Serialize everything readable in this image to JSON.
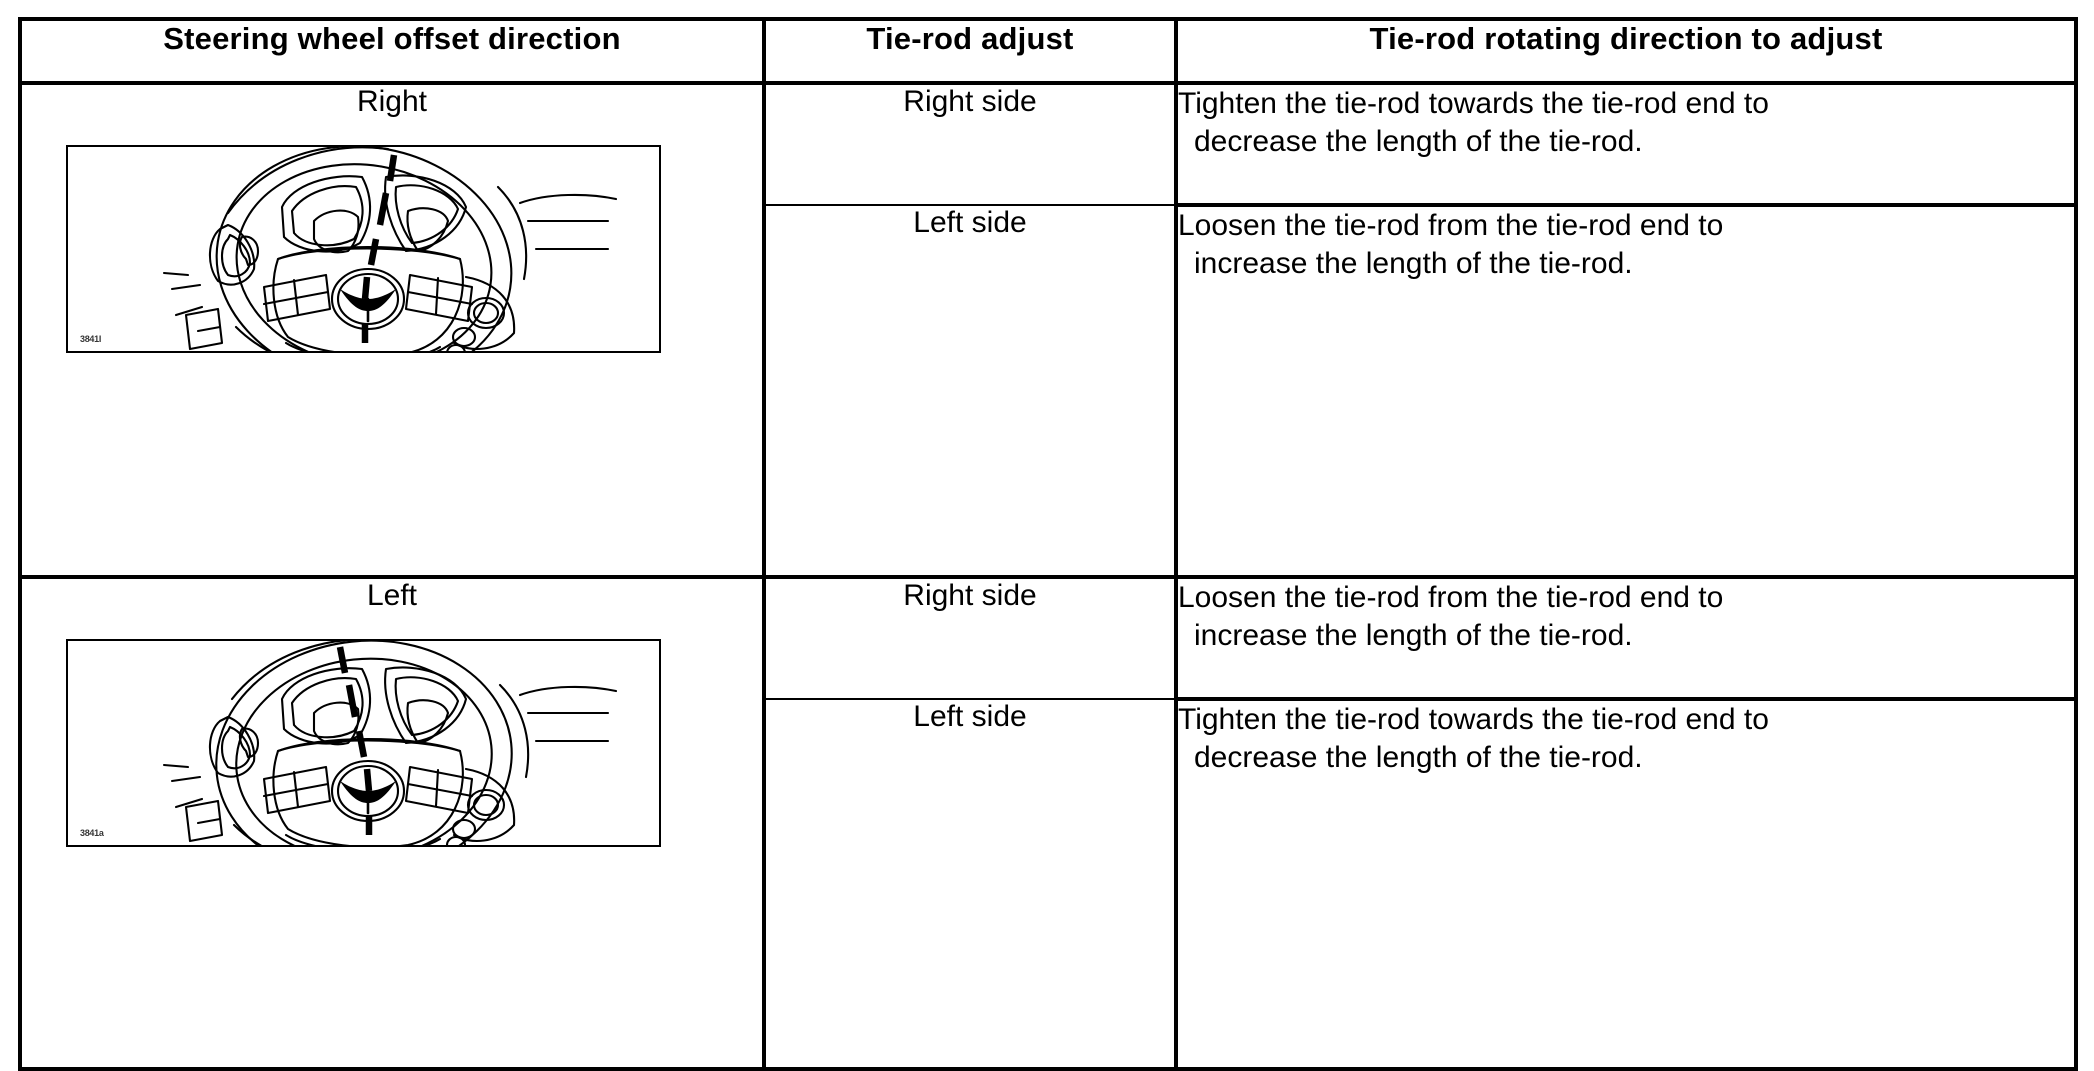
{
  "table": {
    "headers": [
      "Steering wheel offset direction",
      "Tie-rod adjust",
      "Tie-rod rotating direction to adjust"
    ],
    "rows": [
      {
        "direction": "Right",
        "figure": {
          "id_label": "3841I",
          "alt_name": "steering-wheel-offset-right"
        },
        "adjustments": [
          {
            "side": "Right side",
            "line1": "Tighten the tie-rod towards the tie-rod end to",
            "line2": "decrease the length of the tie-rod."
          },
          {
            "side": "Left side",
            "line1": "Loosen the tie-rod from the tie-rod end to",
            "line2": "increase the length of the tie-rod."
          }
        ]
      },
      {
        "direction": "Left",
        "figure": {
          "id_label": "3841a",
          "alt_name": "steering-wheel-offset-left"
        },
        "adjustments": [
          {
            "side": "Right side",
            "line1": "Loosen the tie-rod from the tie-rod end to",
            "line2": "increase the length of the tie-rod."
          },
          {
            "side": "Left side",
            "line1": "Tighten the tie-rod towards the tie-rod end to",
            "line2": "decrease the length of the tie-rod."
          }
        ]
      }
    ]
  },
  "colors": {
    "ink": "#000000",
    "paper": "#ffffff"
  }
}
